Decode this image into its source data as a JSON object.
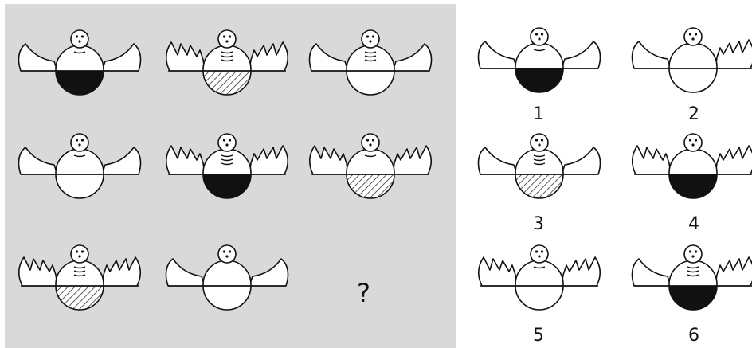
{
  "question_mark": "?",
  "options": [
    {
      "label": "1",
      "wings": "plain",
      "neck": "short",
      "belly": "black"
    },
    {
      "label": "2",
      "wings": "zigzag-right",
      "neck": "none",
      "belly": "white"
    },
    {
      "label": "3",
      "wings": "plain",
      "neck": "long",
      "belly": "hatched"
    },
    {
      "label": "4",
      "wings": "zigzag",
      "neck": "none",
      "belly": "black"
    },
    {
      "label": "5",
      "wings": "zigzag",
      "neck": "short",
      "belly": "white"
    },
    {
      "label": "6",
      "wings": "zigzag-right",
      "neck": "long",
      "belly": "black"
    }
  ],
  "grid": [
    {
      "wings": "plain",
      "neck": "short",
      "belly": "black"
    },
    {
      "wings": "zigzag",
      "neck": "long",
      "belly": "hatched"
    },
    {
      "wings": "plain",
      "neck": "long",
      "belly": "white"
    },
    {
      "wings": "plain",
      "neck": "short",
      "belly": "white"
    },
    {
      "wings": "zigzag",
      "neck": "long",
      "belly": "black"
    },
    {
      "wings": "zigzag",
      "neck": "short",
      "belly": "hatched"
    },
    {
      "wings": "zigzag",
      "neck": "long",
      "belly": "hatched"
    },
    {
      "wings": "plain",
      "neck": "none",
      "belly": "white"
    }
  ],
  "colors": {
    "panel": "#d9d9d9",
    "ink": "#111111",
    "fill_dark": "#111111"
  }
}
